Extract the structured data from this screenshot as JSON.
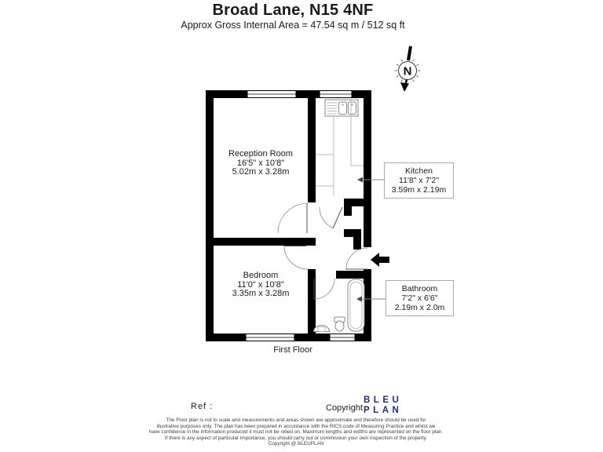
{
  "header": {
    "title": "Broad Lane, N15 4NF",
    "subtitle": "Approx Gross Internal Area = 47.54 sq m / 512 sq ft"
  },
  "rooms": {
    "reception": {
      "name": "Reception Room",
      "imperial": "16'5\" x 10'8\"",
      "metric": "5.02m x 3.28m"
    },
    "bedroom": {
      "name": "Bedroom",
      "imperial": "11'0\" x 10'8\"",
      "metric": "3.35m x 3.28m"
    },
    "kitchen": {
      "name": "Kitchen",
      "imperial": "11'8\" x 7'2\"",
      "metric": "3.59m x 2.19m"
    },
    "bathroom": {
      "name": "Bathroom",
      "imperial": "7'2\" x 6'6\"",
      "metric": "2.19m x 2.0m"
    }
  },
  "floor_label": "First Floor",
  "compass": {
    "letter": "N"
  },
  "footer": {
    "ref_label": "Ref :",
    "copyright_label": "Copyright",
    "logo_line1": "BLEU",
    "logo_line2": "PLAN",
    "logo_color": "#28287e",
    "disclaimer": [
      "The Floor plan is not to scale and measurements and areas shown are approximate and therefore should be used for",
      "illustrative purposes only. The plan has been prepared in accordance with the RICS code of Measuring Practice and whilst we",
      "have confidence in the information produced it must not be relied on. Maximum lengths and widths are represented on the floor plan.",
      "If there is any aspect of particular importance, you should carry out or commission your own inspection of the property.",
      "Copyright @ BLEUPLAN"
    ]
  }
}
